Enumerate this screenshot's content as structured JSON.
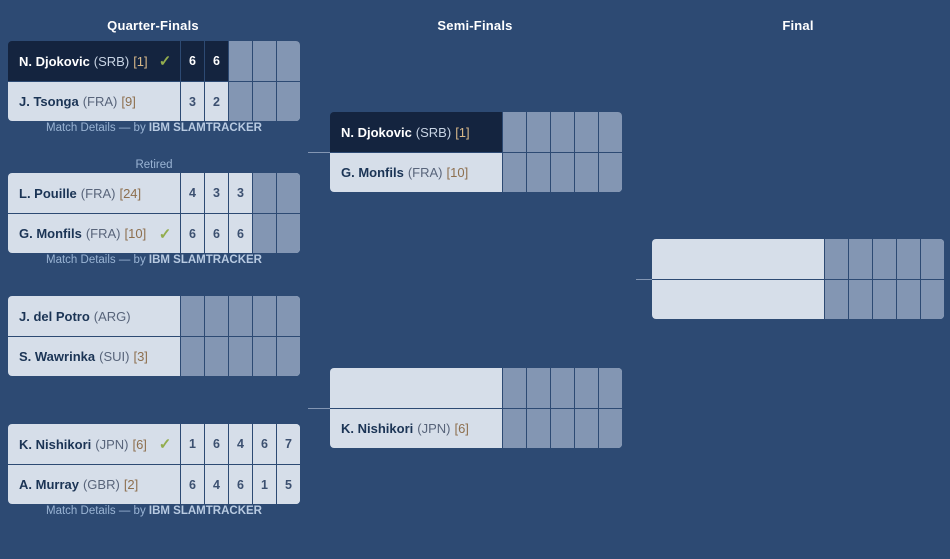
{
  "columns": [
    {
      "key": "qf",
      "label": "Quarter-Finals"
    },
    {
      "key": "sf",
      "label": "Semi-Finals"
    },
    {
      "key": "final",
      "label": "Final"
    }
  ],
  "labels": {
    "match_details_prefix": "Match Details — by ",
    "match_details_brand": "IBM SLAMTRACKER",
    "retired": "Retired",
    "check_icon": "✓"
  },
  "quarter_finals": [
    {
      "id": "qf1",
      "note_above": "",
      "note_below_prefix": "Match Details — by ",
      "note_below_brand": "IBM SLAMTRACKER",
      "players": [
        {
          "surname": "N. Djokovic",
          "country": "(SRB)",
          "seed": "[1]",
          "winner": true,
          "check": "✓",
          "sets": [
            "6",
            "6",
            "",
            "",
            ""
          ]
        },
        {
          "surname": "J. Tsonga",
          "country": "(FRA)",
          "seed": "[9]",
          "winner": false,
          "check": "",
          "sets": [
            "3",
            "2",
            "",
            "",
            ""
          ]
        }
      ]
    },
    {
      "id": "qf2",
      "note_above": "Retired",
      "note_below_prefix": "Match Details — by ",
      "note_below_brand": "IBM SLAMTRACKER",
      "players": [
        {
          "surname": "L. Pouille",
          "country": "(FRA)",
          "seed": "[24]",
          "winner": false,
          "check": "",
          "sets": [
            "4",
            "3",
            "3",
            "",
            ""
          ]
        },
        {
          "surname": "G. Monfils",
          "country": "(FRA)",
          "seed": "[10]",
          "winner": false,
          "check": "✓",
          "sets": [
            "6",
            "6",
            "6",
            "",
            ""
          ]
        }
      ]
    },
    {
      "id": "qf3",
      "note_above": "",
      "note_below_prefix": "",
      "note_below_brand": "",
      "players": [
        {
          "surname": "J. del Potro",
          "country": "(ARG)",
          "seed": "",
          "winner": false,
          "check": "",
          "sets": [
            "",
            "",
            "",
            "",
            ""
          ]
        },
        {
          "surname": "S. Wawrinka",
          "country": "(SUI)",
          "seed": "[3]",
          "winner": false,
          "check": "",
          "sets": [
            "",
            "",
            "",
            "",
            ""
          ]
        }
      ]
    },
    {
      "id": "qf4",
      "note_above": "",
      "note_below_prefix": "Match Details — by ",
      "note_below_brand": "IBM SLAMTRACKER",
      "players": [
        {
          "surname": "K. Nishikori",
          "country": "(JPN)",
          "seed": "[6]",
          "winner": false,
          "check": "✓",
          "sets": [
            "1",
            "6",
            "4",
            "6",
            "7"
          ]
        },
        {
          "surname": "A. Murray",
          "country": "(GBR)",
          "seed": "[2]",
          "winner": false,
          "check": "",
          "sets": [
            "6",
            "4",
            "6",
            "1",
            "5"
          ]
        }
      ]
    }
  ],
  "semi_finals": [
    {
      "id": "sf1",
      "players": [
        {
          "surname": "N. Djokovic",
          "country": "(SRB)",
          "seed": "[1]",
          "winner": true,
          "check": "",
          "sets": [
            "",
            "",
            "",
            "",
            ""
          ]
        },
        {
          "surname": "G. Monfils",
          "country": "(FRA)",
          "seed": "[10]",
          "winner": false,
          "check": "",
          "sets": [
            "",
            "",
            "",
            "",
            ""
          ]
        }
      ]
    },
    {
      "id": "sf2",
      "players": [
        {
          "surname": "",
          "country": "",
          "seed": "",
          "winner": false,
          "check": "",
          "sets": [
            "",
            "",
            "",
            "",
            ""
          ]
        },
        {
          "surname": "K. Nishikori",
          "country": "(JPN)",
          "seed": "[6]",
          "winner": false,
          "check": "",
          "sets": [
            "",
            "",
            "",
            "",
            ""
          ]
        }
      ]
    }
  ],
  "final": [
    {
      "id": "f1",
      "players": [
        {
          "surname": "",
          "country": "",
          "seed": "",
          "winner": false,
          "check": "",
          "sets": [
            "",
            "",
            "",
            "",
            ""
          ]
        },
        {
          "surname": "",
          "country": "",
          "seed": "",
          "winner": false,
          "check": "",
          "sets": [
            "",
            "",
            "",
            "",
            ""
          ]
        }
      ]
    }
  ],
  "colors": {
    "page_background": "#2d4a73",
    "winner_row": "#14243f",
    "player_row": "#d6dee9",
    "empty_set_cell": "#8396b3",
    "check_mark": "#93ad4e",
    "note_text": "#9ab4d4",
    "seed_text": "#8d6f4e"
  }
}
